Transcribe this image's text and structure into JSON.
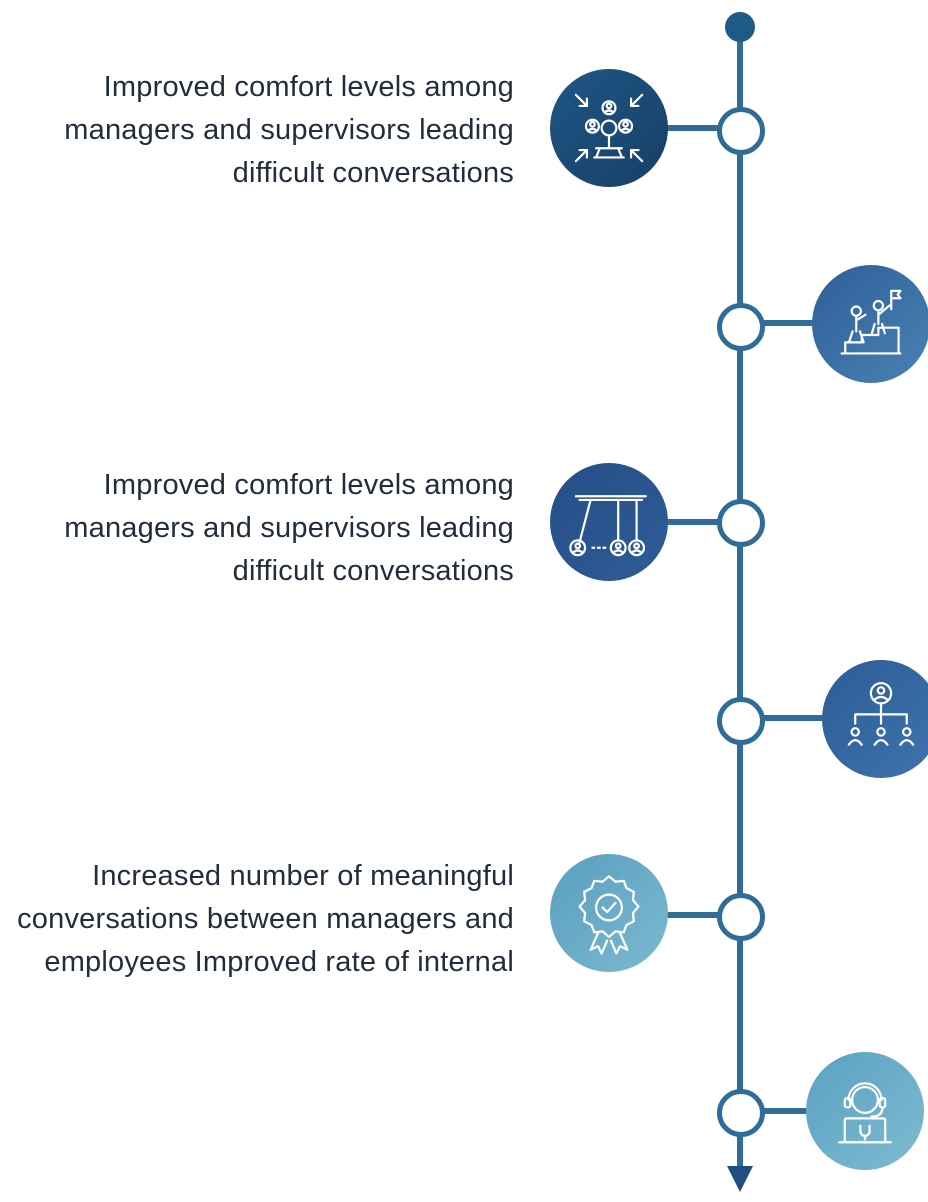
{
  "timeline": {
    "colors": {
      "line": "#2f6c97",
      "top_dot": "#1d5a88",
      "arrow": "#1f4f80",
      "text": "#1f2d3d"
    },
    "items": [
      {
        "side": "left",
        "icon": "team-converge-icon",
        "icon_color": "#1a4a73",
        "text": "Improved comfort levels among managers and supervisors leading difficult conversations"
      },
      {
        "side": "right",
        "icon": "climbing-to-flag-icon",
        "icon_color": "#3a6fa3",
        "text": ""
      },
      {
        "side": "left",
        "icon": "newtons-cradle-icon",
        "icon_color": "#2a5690",
        "text": "Improved comfort levels among managers and supervisors leading difficult conversations"
      },
      {
        "side": "right",
        "icon": "org-hierarchy-icon",
        "icon_color": "#34649c",
        "text": ""
      },
      {
        "side": "left",
        "icon": "award-ribbon-check-icon",
        "icon_color": "#62a7c4",
        "text": "Increased number of meaningful conversations between managers and employees Improved rate of internal"
      },
      {
        "side": "right",
        "icon": "support-agent-headset-icon",
        "icon_color": "#5f9fc0",
        "text": ""
      }
    ]
  }
}
